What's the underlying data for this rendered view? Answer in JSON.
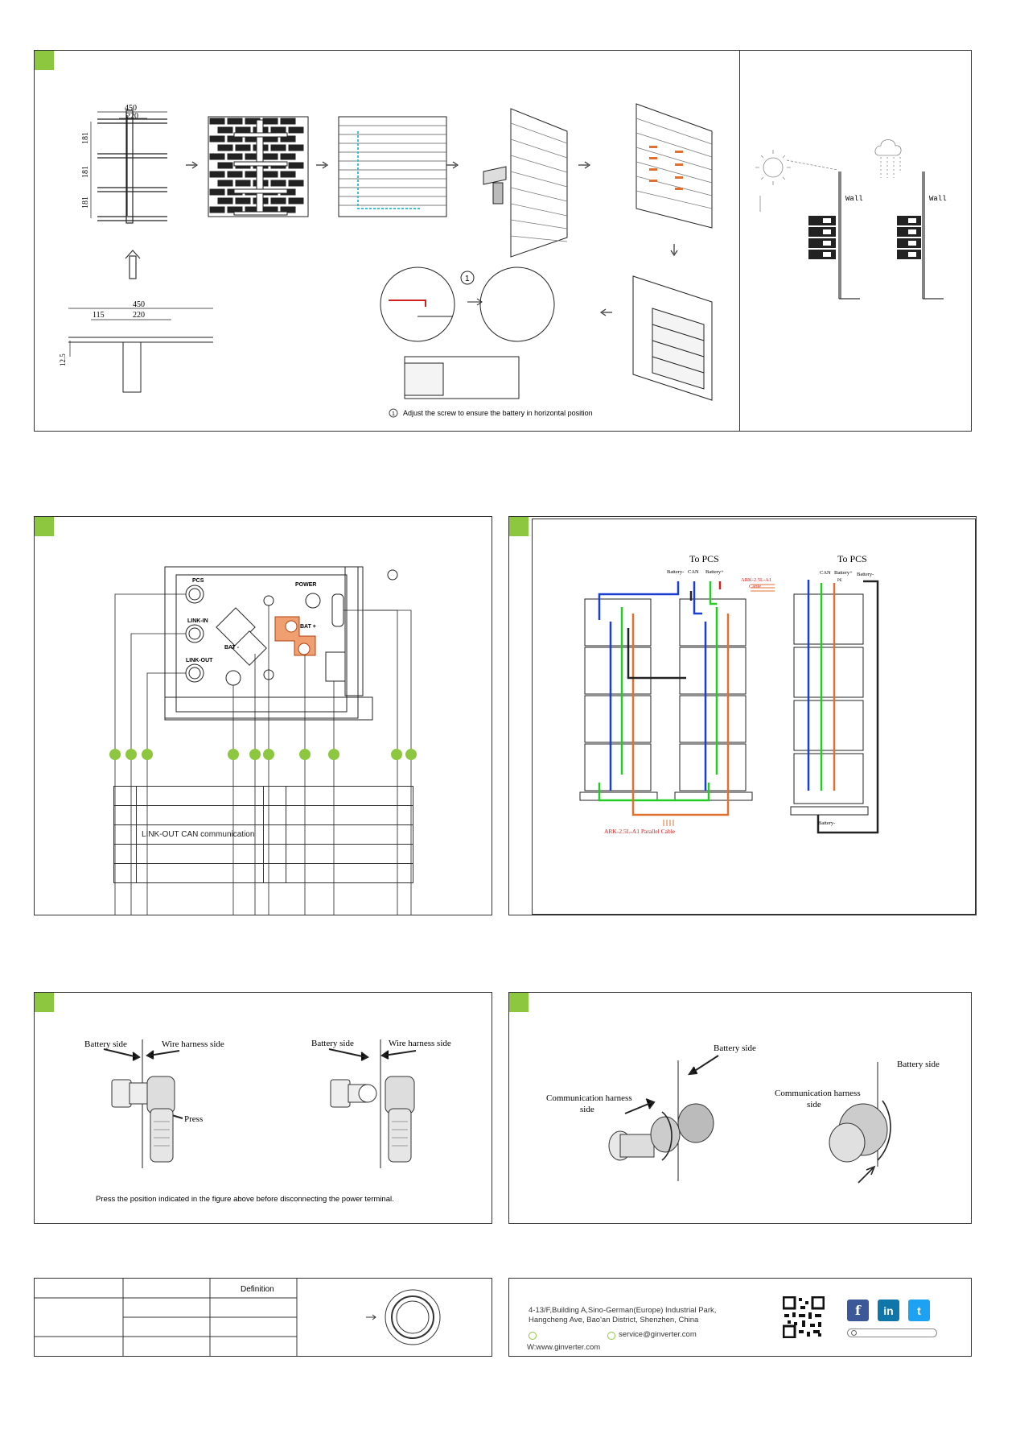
{
  "install": {
    "dims_top": {
      "w450": "450",
      "w220": "220",
      "h181a": "181",
      "h181b": "181",
      "h181c": "181"
    },
    "dims_bracket": {
      "w450": "450",
      "w115": "115",
      "w220": "220",
      "h12_5": "12.5"
    },
    "step_marker": "1",
    "caption_num": "1",
    "caption": "Adjust the screw to ensure the battery in horizontal position",
    "wall_label": "Wall"
  },
  "ports": {
    "labels": {
      "pcs": "PCS",
      "link_in": "LINK-IN",
      "link_out": "LINK-OUT",
      "power": "POWER",
      "bat_minus": "BAT -",
      "bat_plus": "BAT +"
    },
    "table": [
      [
        "",
        "",
        "",
        ""
      ],
      [
        "",
        "",
        "",
        ""
      ],
      [
        "",
        "LINK-OUT CAN communication",
        "",
        ""
      ],
      [
        "",
        "",
        "",
        ""
      ],
      [
        "",
        "",
        "",
        ""
      ]
    ]
  },
  "wiring": {
    "to_pcs_left": "To PCS",
    "to_pcs_right": "To PCS",
    "left_top_labels": {
      "batt_minus": "Battery-",
      "can": "CAN",
      "batt_plus": "Battery+"
    },
    "cable_label_1": "ARK-2.5L-A1",
    "cable_label_2": "Cable",
    "parallel_cable": "ARK-2.5L-A1 Parallel Cable",
    "right_top_labels": {
      "can": "CAN",
      "batt_plus": "Battery+",
      "batt_minus": "Battery-",
      "pe": "PE"
    },
    "right_bottom": "Battery-"
  },
  "power_connector": {
    "battery_side_1": "Battery side",
    "wire_side_1": "Wire harness side",
    "press": "Press",
    "battery_side_2": "Battery side",
    "wire_side_2": "Wire harness side",
    "note": "Press the position indicated in the figure above before disconnecting the power terminal."
  },
  "comm_connector": {
    "battery_side_1": "Battery side",
    "comm_side_1a": "Communication harness",
    "comm_side_1b": "side",
    "battery_side_2": "Battery side",
    "comm_side_2a": "Communication harness",
    "comm_side_2b": "side"
  },
  "bottom_table": {
    "definition": "Definition"
  },
  "footer": {
    "address_1": "4-13/F,Building A,Sino-German(Europe) Industrial Park,",
    "address_2": "Hangcheng Ave, Bao'an District, Shenzhen, China",
    "email": "service@ginverter.com",
    "web": "W:www.ginverter.com",
    "social_f": "f",
    "social_in": "in",
    "social_tw": "t"
  },
  "colors": {
    "accent": "#8dc63f",
    "orange": "#e07030",
    "blue": "#1a3fd0",
    "green": "#22cc22",
    "red": "#d02020"
  }
}
